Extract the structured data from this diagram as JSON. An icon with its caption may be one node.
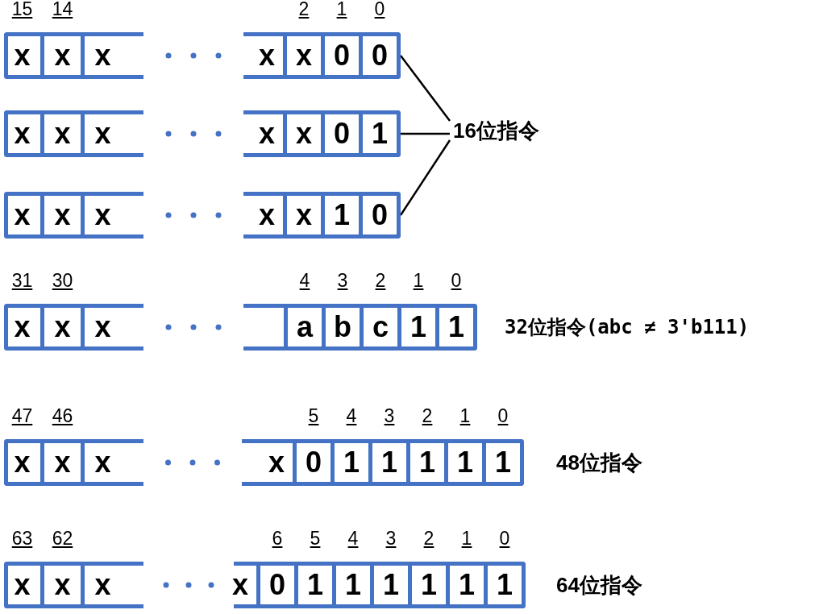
{
  "diagram": {
    "nodes": [
      {
        "text": [],
        "shape": "box"
      },
      {
        "text": [
          "x"
        ],
        "in": 0,
        "beside": [
          "15"
        ]
      },
      {
        "text": [
          "x"
        ],
        "in": 0,
        "beside": [
          "14"
        ]
      },
      {
        "text": [
          "x"
        ],
        "in": 0
      },
      {
        "text": [],
        "shape": "box"
      },
      {
        "text": [
          "x"
        ],
        "in": 4
      },
      {
        "text": [
          "x"
        ],
        "in": 4,
        "beside": [
          "2"
        ]
      },
      {
        "text": [
          "0"
        ],
        "in": 4,
        "beside": [
          "1"
        ]
      },
      {
        "text": [
          "0"
        ],
        "in": 4,
        "beside": [
          "0"
        ]
      },
      {
        "text": [],
        "shape": "box"
      },
      {
        "text": [
          "x"
        ],
        "in": 9
      },
      {
        "text": [
          "x"
        ],
        "in": 9
      },
      {
        "text": [
          "x"
        ],
        "in": 9
      },
      {
        "text": [],
        "shape": "box"
      },
      {
        "text": [
          "x"
        ],
        "in": 13
      },
      {
        "text": [
          "x"
        ],
        "in": 13
      },
      {
        "text": [
          "0"
        ],
        "in": 13
      },
      {
        "text": [
          "1"
        ],
        "in": 13
      },
      {
        "text": [],
        "shape": "box"
      },
      {
        "text": [
          "x"
        ],
        "in": 18
      },
      {
        "text": [
          "x"
        ],
        "in": 18
      },
      {
        "text": [
          "x"
        ],
        "in": 18
      },
      {
        "text": [],
        "shape": "box"
      },
      {
        "text": [
          "x"
        ],
        "in": 22
      },
      {
        "text": [
          "x"
        ],
        "in": 22
      },
      {
        "text": [
          "1"
        ],
        "in": 22
      },
      {
        "text": [
          "0"
        ],
        "in": 22
      },
      {
        "text": [
          "16位指令"
        ]
      },
      {
        "text": [],
        "shape": "box"
      },
      {
        "text": [
          "x"
        ],
        "in": 28,
        "beside": [
          "31"
        ]
      },
      {
        "text": [
          "x"
        ],
        "in": 28,
        "beside": [
          "30"
        ]
      },
      {
        "text": [
          "x"
        ],
        "in": 28
      },
      {
        "text": [],
        "shape": "box",
        "beside": [
          "32位指令(abc ≠ 3'b111)"
        ]
      },
      {
        "text": [
          "a"
        ],
        "in": 32,
        "beside": [
          "4"
        ]
      },
      {
        "text": [
          "b"
        ],
        "in": 32,
        "beside": [
          "3"
        ]
      },
      {
        "text": [
          "c"
        ],
        "in": 32,
        "beside": [
          "2"
        ]
      },
      {
        "text": [
          "1"
        ],
        "in": 32,
        "beside": [
          "1"
        ]
      },
      {
        "text": [
          "1"
        ],
        "in": 32,
        "beside": [
          "0"
        ]
      },
      {
        "text": [],
        "shape": "box"
      },
      {
        "text": [
          "x"
        ],
        "in": 38,
        "beside": [
          "47"
        ]
      },
      {
        "text": [
          "x"
        ],
        "in": 38,
        "beside": [
          "46"
        ]
      },
      {
        "text": [
          "x"
        ],
        "in": 38
      },
      {
        "text": [],
        "shape": "box",
        "beside": [
          "48位指令"
        ]
      },
      {
        "text": [
          "x"
        ],
        "in": 42
      },
      {
        "text": [
          "0"
        ],
        "in": 42,
        "beside": [
          "5"
        ]
      },
      {
        "text": [
          "1"
        ],
        "in": 42,
        "beside": [
          "4"
        ]
      },
      {
        "text": [
          "1"
        ],
        "in": 42,
        "beside": [
          "3"
        ]
      },
      {
        "text": [
          "1"
        ],
        "in": 42,
        "beside": [
          "2"
        ]
      },
      {
        "text": [
          "1"
        ],
        "in": 42,
        "beside": [
          "1"
        ]
      },
      {
        "text": [
          "1"
        ],
        "in": 42,
        "beside": [
          "0"
        ]
      },
      {
        "text": [],
        "shape": "box"
      },
      {
        "text": [
          "x"
        ],
        "in": 50,
        "beside": [
          "63"
        ]
      },
      {
        "text": [
          "x"
        ],
        "in": 50,
        "beside": [
          "62"
        ]
      },
      {
        "text": [
          "x"
        ],
        "in": 50
      },
      {
        "text": [],
        "shape": "box",
        "beside": [
          "64位指令"
        ]
      },
      {
        "text": [
          "x"
        ],
        "in": 54
      },
      {
        "text": [
          "0"
        ],
        "in": 54,
        "beside": [
          "6"
        ]
      },
      {
        "text": [
          "1"
        ],
        "in": 54,
        "beside": [
          "5"
        ]
      },
      {
        "text": [
          "1"
        ],
        "in": 54,
        "beside": [
          "4"
        ]
      },
      {
        "text": [
          "1"
        ],
        "in": 54,
        "beside": [
          "3"
        ]
      },
      {
        "text": [
          "1"
        ],
        "in": 54,
        "beside": [
          "2"
        ]
      },
      {
        "text": [
          "1"
        ],
        "in": 54,
        "beside": [
          "1"
        ]
      },
      {
        "text": [
          "1"
        ],
        "in": 54,
        "beside": [
          "0"
        ]
      }
    ],
    "edges": [
      {
        "from": 27,
        "to": 4,
        "arrow": "none"
      },
      {
        "from": 27,
        "to": 13,
        "arrow": "none"
      },
      {
        "from": 27,
        "to": 22,
        "arrow": "none"
      }
    ]
  }
}
